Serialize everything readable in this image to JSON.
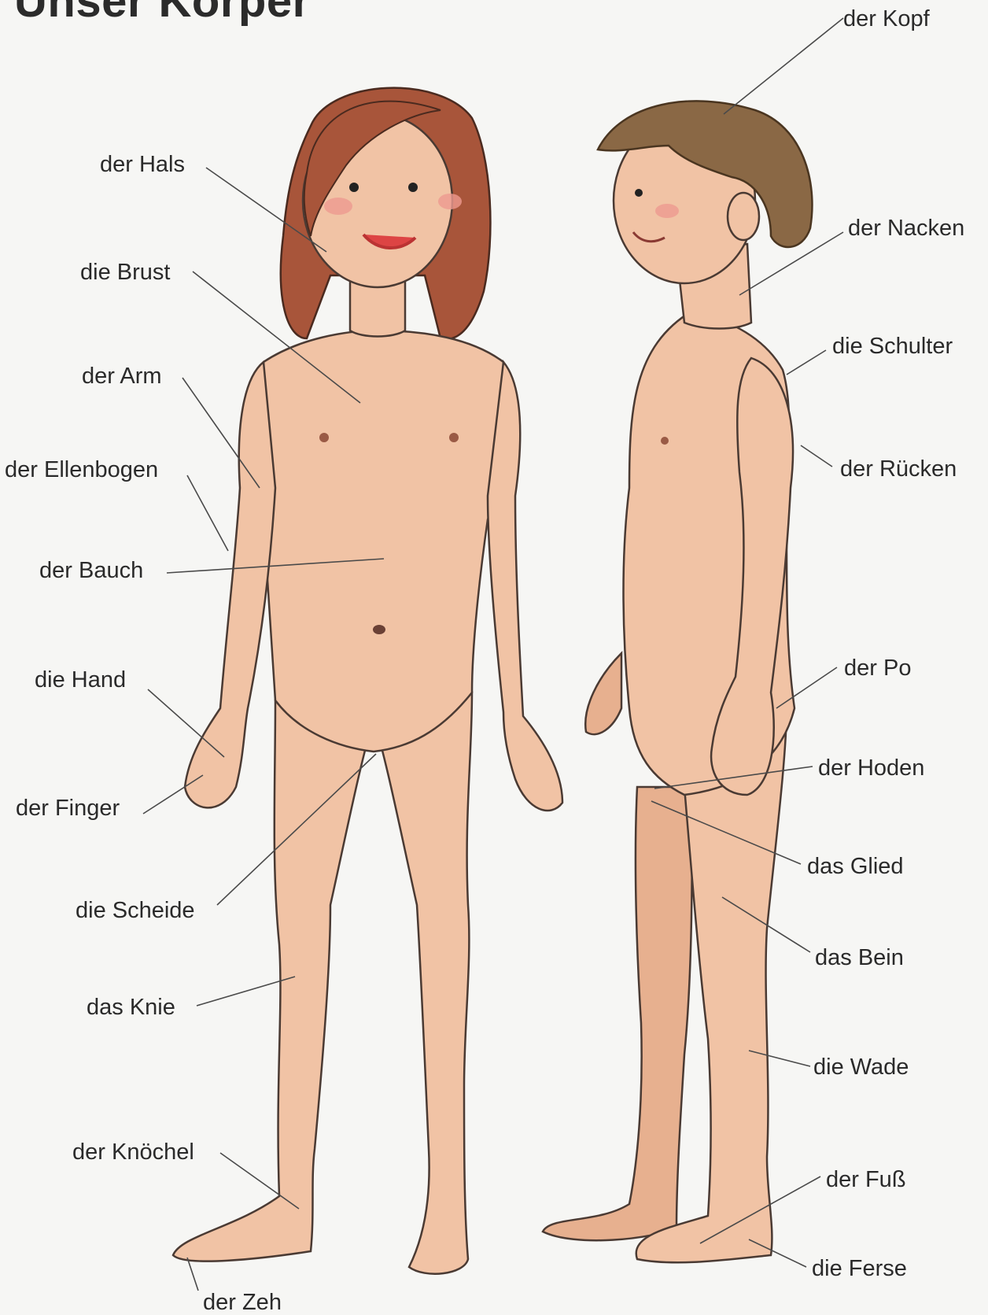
{
  "title": "Unser Körper",
  "colors": {
    "background": "#f6f6f4",
    "skin": "#f1c3a5",
    "girl_hair": "#a8553a",
    "boy_hair": "#8a6845",
    "text": "#2a2a2a"
  },
  "figures": {
    "girl": "girl-figure",
    "boy": "boy-figure"
  },
  "labels": {
    "left": {
      "hals": "der Hals",
      "brust": "die Brust",
      "arm": "der Arm",
      "ellenbogen": "der Ellenbogen",
      "bauch": "der Bauch",
      "hand": "die Hand",
      "finger": "der Finger",
      "scheide": "die Scheide",
      "knie": "das Knie",
      "knoechel": "der Knöchel",
      "zeh": "der Zeh"
    },
    "right": {
      "kopf": "der Kopf",
      "nacken": "der Nacken",
      "schulter": "die Schulter",
      "ruecken": "der Rücken",
      "po": "der Po",
      "hoden": "der Hoden",
      "glied": "das Glied",
      "bein": "das Bein",
      "wade": "die Wade",
      "fuss": "der Fuß",
      "ferse": "die Ferse"
    }
  }
}
